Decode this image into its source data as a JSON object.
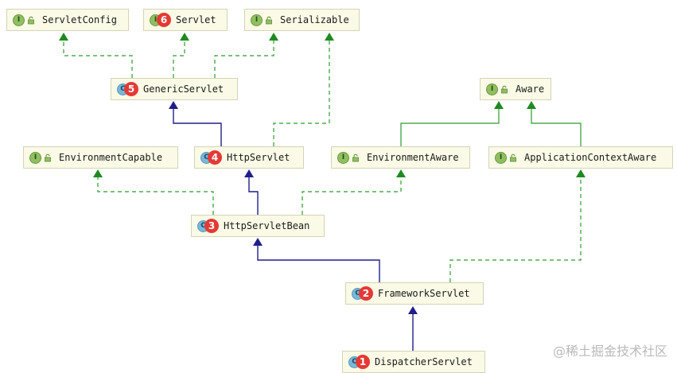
{
  "nodes": [
    {
      "id": "servlet_config",
      "label": "ServletConfig",
      "kind": "I"
    },
    {
      "id": "servlet",
      "label": "Servlet",
      "kind": "I",
      "marker": "6"
    },
    {
      "id": "serializable",
      "label": "Serializable",
      "kind": "I"
    },
    {
      "id": "generic_servlet",
      "label": "GenericServlet",
      "kind": "C",
      "marker": "5"
    },
    {
      "id": "aware",
      "label": "Aware",
      "kind": "I"
    },
    {
      "id": "environment_capable",
      "label": "EnvironmentCapable",
      "kind": "I"
    },
    {
      "id": "http_servlet",
      "label": "HttpServlet",
      "kind": "C",
      "marker": "4"
    },
    {
      "id": "environment_aware",
      "label": "EnvironmentAware",
      "kind": "I"
    },
    {
      "id": "application_context_aware",
      "label": "ApplicationContextAware",
      "kind": "I"
    },
    {
      "id": "http_servlet_bean",
      "label": "HttpServletBean",
      "kind": "C",
      "marker": "3"
    },
    {
      "id": "framework_servlet",
      "label": "FrameworkServlet",
      "kind": "C",
      "marker": "2"
    },
    {
      "id": "dispatcher_servlet",
      "label": "DispatcherServlet",
      "kind": "C",
      "marker": "1"
    }
  ],
  "legend_colors": {
    "implements": "#2e9a2e",
    "extends": "#1f1f8a"
  },
  "watermark": "@稀土掘金技术社区"
}
